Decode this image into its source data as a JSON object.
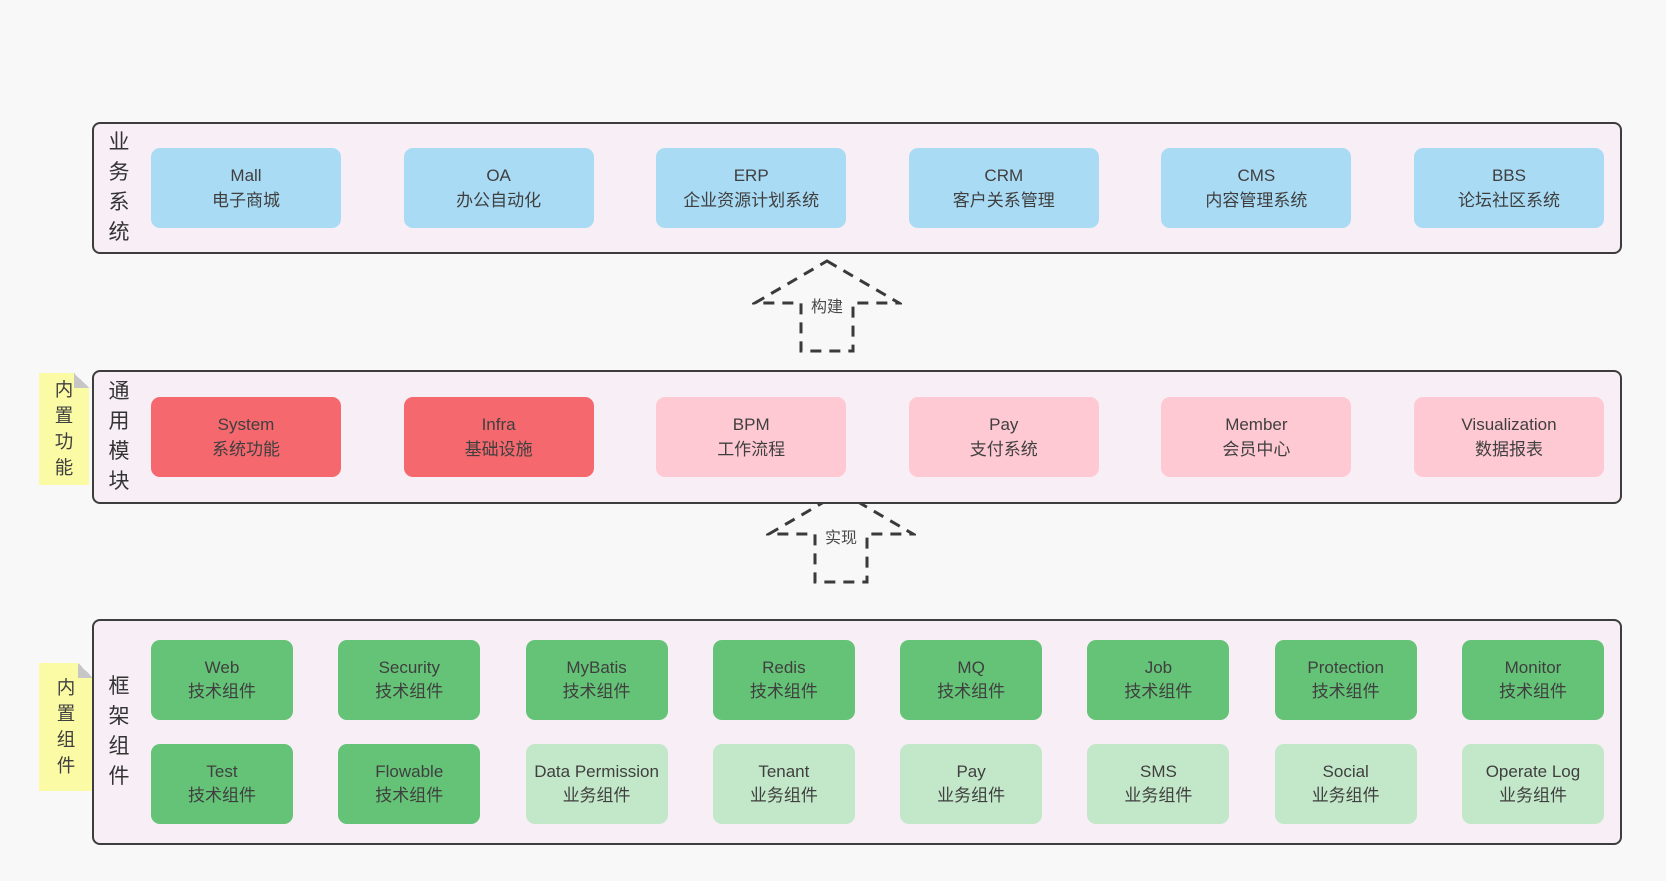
{
  "arrows": [
    {
      "label": "构建"
    },
    {
      "label": "实现"
    }
  ],
  "colors": {
    "page_bg": "#f8f8f8",
    "container_bg": "#f8eef6",
    "container_border": "#3d3d3d",
    "box_blue": "#a9dbf4",
    "box_red": "#f4686e",
    "box_pink": "#ffc9d3",
    "box_green_dark": "#64c377",
    "box_green_light": "#c3e8c9",
    "note_yellow": "#fbfaa5"
  },
  "layers": [
    {
      "label": "业务系统",
      "boxes": [
        {
          "title": "Mall",
          "subtitle": "电子商城"
        },
        {
          "title": "OA",
          "subtitle": "办公自动化"
        },
        {
          "title": "ERP",
          "subtitle": "企业资源计划系统"
        },
        {
          "title": "CRM",
          "subtitle": "客户关系管理"
        },
        {
          "title": "CMS",
          "subtitle": "内容管理系统"
        },
        {
          "title": "BBS",
          "subtitle": "论坛社区系统"
        }
      ]
    },
    {
      "label": "通用模块",
      "note": "内置功能",
      "boxes": [
        {
          "title": "System",
          "subtitle": "系统功能"
        },
        {
          "title": "Infra",
          "subtitle": "基础设施"
        },
        {
          "title": "BPM",
          "subtitle": "工作流程"
        },
        {
          "title": "Pay",
          "subtitle": "支付系统"
        },
        {
          "title": "Member",
          "subtitle": "会员中心"
        },
        {
          "title": "Visualization",
          "subtitle": "数据报表"
        }
      ]
    },
    {
      "label": "框架组件",
      "note": "内置组件",
      "rows": [
        [
          {
            "title": "Web",
            "subtitle": "技术组件"
          },
          {
            "title": "Security",
            "subtitle": "技术组件"
          },
          {
            "title": "MyBatis",
            "subtitle": "技术组件"
          },
          {
            "title": "Redis",
            "subtitle": "技术组件"
          },
          {
            "title": "MQ",
            "subtitle": "技术组件"
          },
          {
            "title": "Job",
            "subtitle": "技术组件"
          },
          {
            "title": "Protection",
            "subtitle": "技术组件"
          },
          {
            "title": "Monitor",
            "subtitle": "技术组件"
          }
        ],
        [
          {
            "title": "Test",
            "subtitle": "技术组件"
          },
          {
            "title": "Flowable",
            "subtitle": "技术组件"
          },
          {
            "title": "Data Permission",
            "subtitle": "业务组件"
          },
          {
            "title": "Tenant",
            "subtitle": "业务组件"
          },
          {
            "title": "Pay",
            "subtitle": "业务组件"
          },
          {
            "title": "SMS",
            "subtitle": "业务组件"
          },
          {
            "title": "Social",
            "subtitle": "业务组件"
          },
          {
            "title": "Operate Log",
            "subtitle": "业务组件"
          }
        ]
      ]
    }
  ]
}
